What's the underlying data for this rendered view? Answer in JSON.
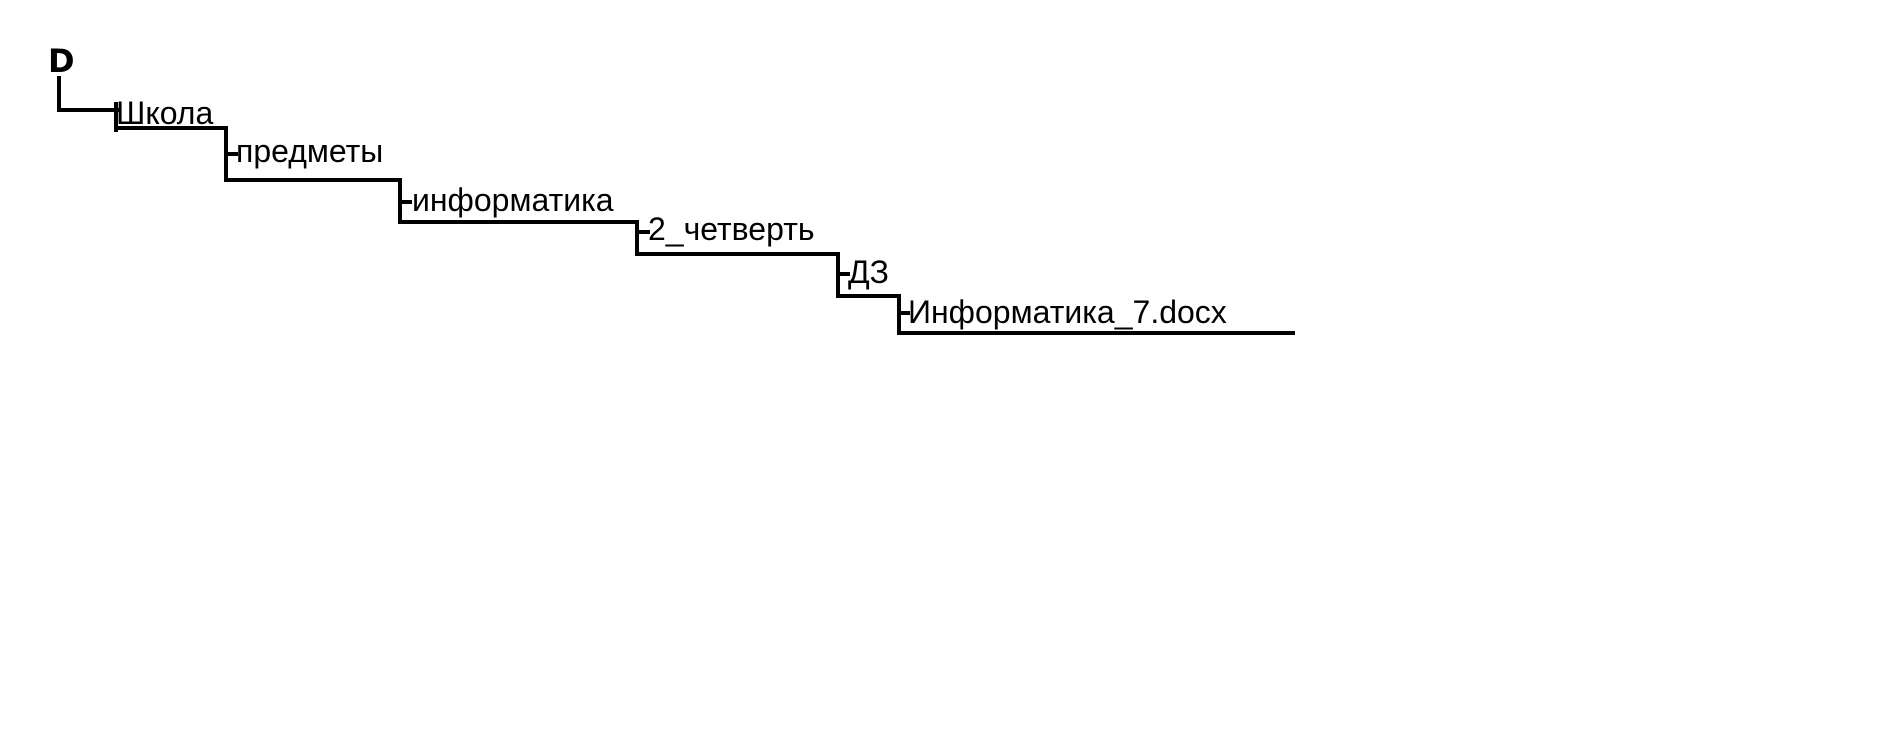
{
  "tree": {
    "root": "D",
    "nodes": [
      {
        "label": "Школа"
      },
      {
        "label": "предметы"
      },
      {
        "label": "информатика"
      },
      {
        "label": "2_четверть"
      },
      {
        "label": "ДЗ"
      },
      {
        "label": "Информатика_7.docx"
      }
    ]
  },
  "style": {
    "line_color": "#000000",
    "text_color": "#000000",
    "background": "#ffffff"
  }
}
